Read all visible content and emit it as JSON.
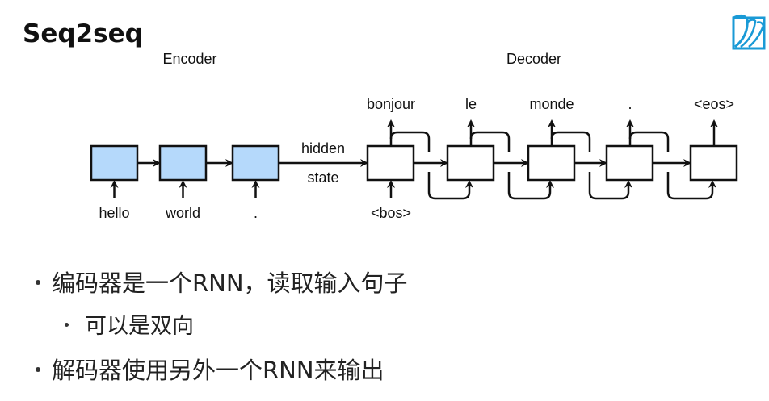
{
  "slide": {
    "title": "Seq2seq",
    "logo_icon": "book-logo-icon",
    "accent_color": "#1a9ad6"
  },
  "diagram": {
    "encoder_label": "Encoder",
    "decoder_label": "Decoder",
    "hidden_state_label_line1": "hidden",
    "hidden_state_label_line2": "state",
    "encoder_fill_color": "#b5d9fb",
    "decoder_fill_color": "#ffffff",
    "encoder_inputs": [
      "hello",
      "world",
      "."
    ],
    "decoder_inputs": [
      "<bos>"
    ],
    "decoder_outputs": [
      "bonjour",
      "le",
      "monde",
      ".",
      "<eos>"
    ]
  },
  "bullets": [
    {
      "level": 1,
      "text": "编码器是一个RNN，读取输入句子"
    },
    {
      "level": 2,
      "text": "可以是双向"
    },
    {
      "level": 1,
      "text": "解码器使用另外一个RNN来输出"
    }
  ]
}
